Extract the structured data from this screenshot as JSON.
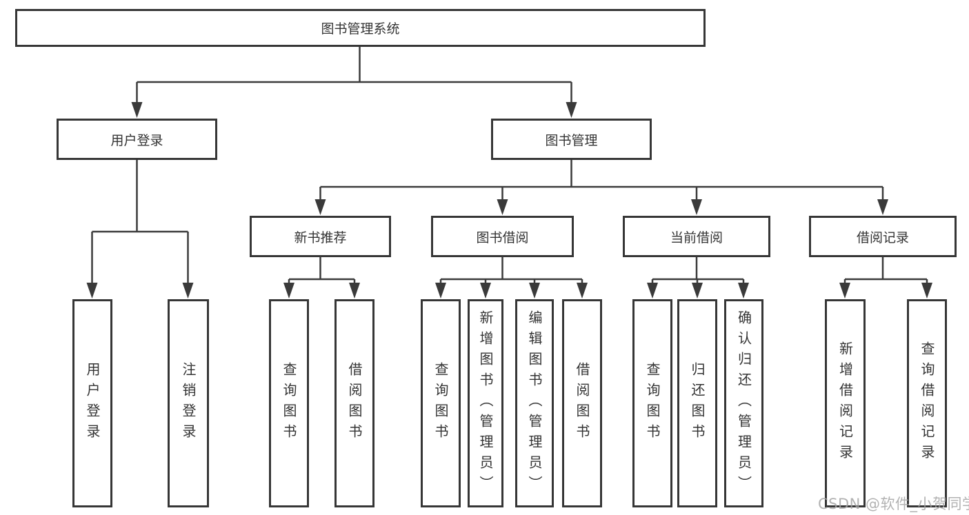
{
  "diagram": {
    "root": {
      "label": "图书管理系统"
    },
    "level2": [
      {
        "id": "user-login",
        "label": "用户登录"
      },
      {
        "id": "book-management",
        "label": "图书管理"
      }
    ],
    "level3": [
      {
        "id": "new-book-recommend",
        "label": "新书推荐"
      },
      {
        "id": "book-borrow",
        "label": "图书借阅"
      },
      {
        "id": "current-borrow",
        "label": "当前借阅"
      },
      {
        "id": "borrow-records",
        "label": "借阅记录"
      }
    ],
    "leaves": [
      {
        "id": "user-login-leaf",
        "label": "用户登录"
      },
      {
        "id": "logout",
        "label": "注销登录"
      },
      {
        "id": "query-books-recommend",
        "label": "查询图书"
      },
      {
        "id": "borrow-books-recommend",
        "label": "借阅图书"
      },
      {
        "id": "query-books-borrow",
        "label": "查询图书"
      },
      {
        "id": "add-book-admin",
        "label": "新增图书（管理员）"
      },
      {
        "id": "edit-book-admin",
        "label": "编辑图书（管理员）"
      },
      {
        "id": "borrow-books-borrow",
        "label": "借阅图书"
      },
      {
        "id": "query-books-current",
        "label": "查询图书"
      },
      {
        "id": "return-book",
        "label": "归还图书"
      },
      {
        "id": "confirm-return-admin",
        "label": "确认归还（管理员）"
      },
      {
        "id": "add-borrow-record",
        "label": "新增借阅记录"
      },
      {
        "id": "query-borrow-record",
        "label": "查询借阅记录"
      }
    ]
  },
  "watermark": {
    "text": "CSDN @软件_小贺同学"
  },
  "colors": {
    "line": "#3a3a3a",
    "border": "#363636",
    "text": "#333333",
    "watermark": "#a5a5a5",
    "background": "#ffffff"
  }
}
